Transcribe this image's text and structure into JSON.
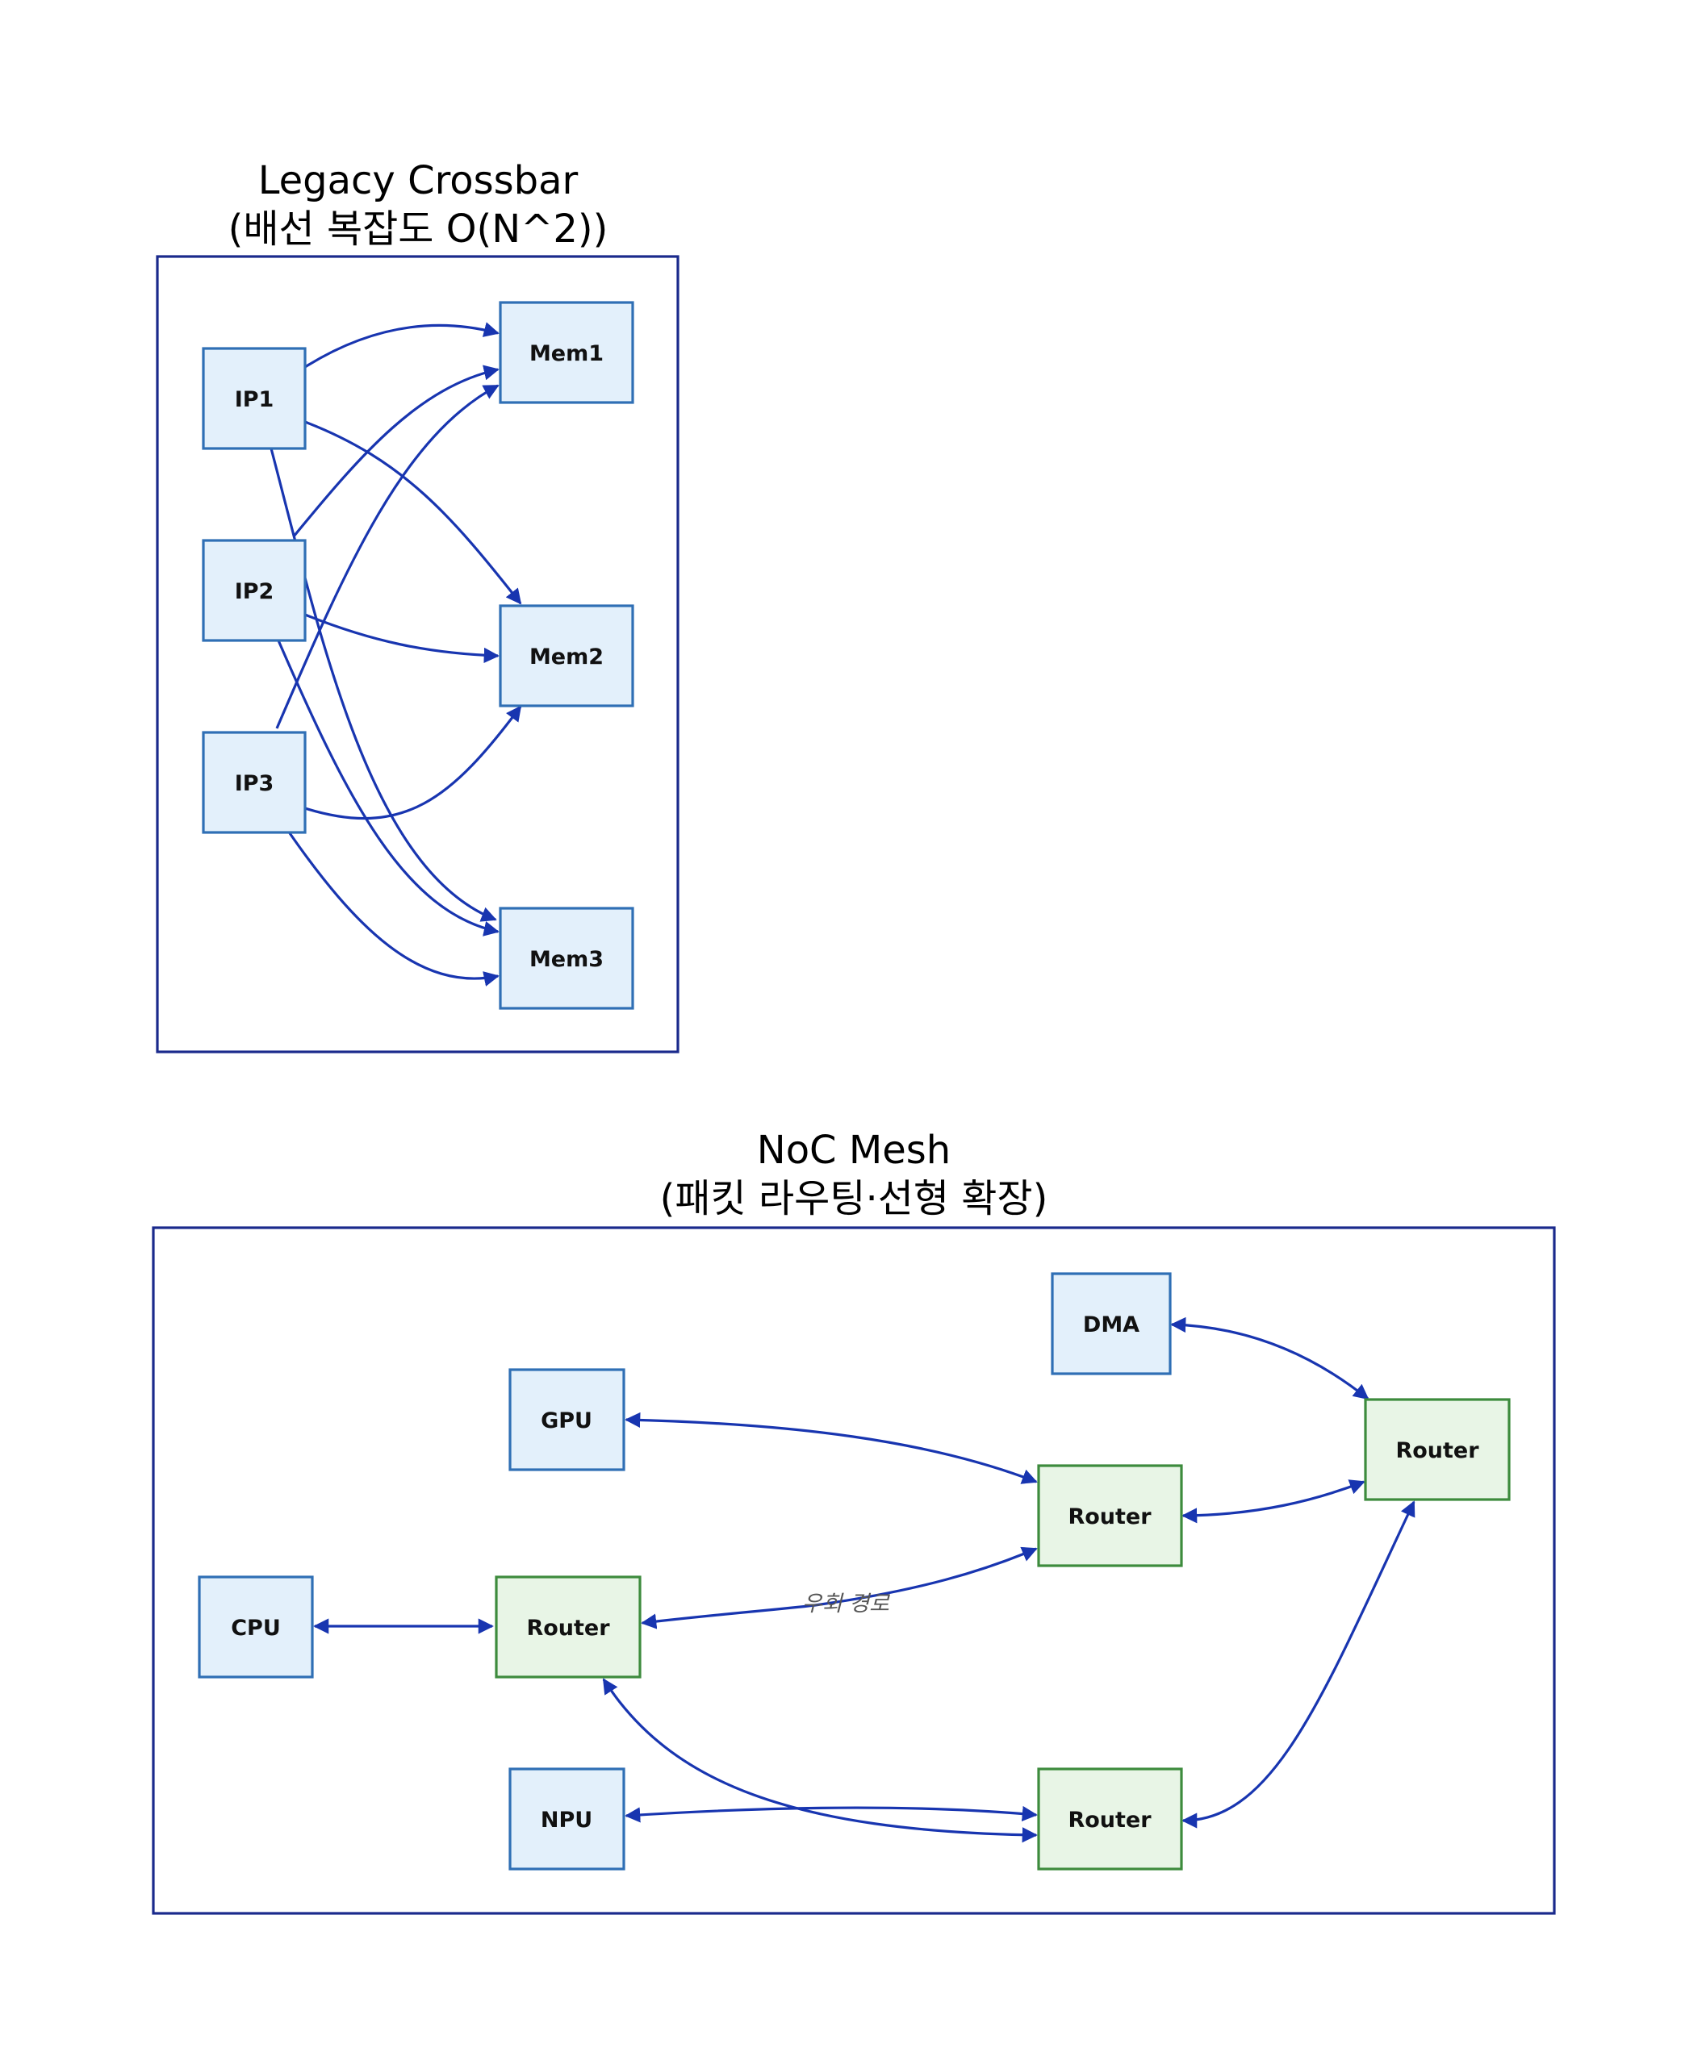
{
  "crossbar": {
    "title_line1": "Legacy Crossbar",
    "title_line2": "(배선 복잡도 O(N^2))",
    "nodes": {
      "ip1": "IP1",
      "ip2": "IP2",
      "ip3": "IP3",
      "mem1": "Mem1",
      "mem2": "Mem2",
      "mem3": "Mem3"
    }
  },
  "noc": {
    "title_line1": "NoC Mesh",
    "title_line2": "(패킷 라우팅·선형 확장)",
    "nodes": {
      "cpu": "CPU",
      "gpu": "GPU",
      "npu": "NPU",
      "dma": "DMA",
      "router_a": "Router",
      "router_b": "Router",
      "router_c": "Router",
      "router_d": "Router"
    },
    "detour_label": "우회 경로"
  },
  "colors": {
    "edge": "#1835b0",
    "frame": "#1a2a8c",
    "ip_fill": "#e3f0fb",
    "ip_stroke": "#2f6fb5",
    "router_fill": "#e8f5e6",
    "router_stroke": "#3d8b3d"
  }
}
